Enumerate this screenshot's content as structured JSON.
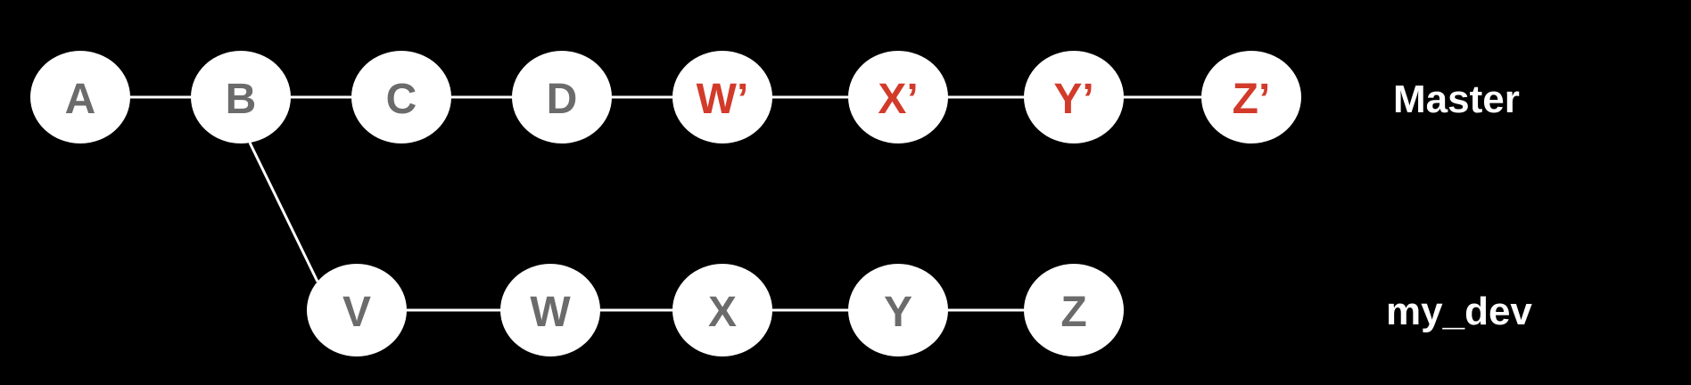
{
  "colors": {
    "background": "#000000",
    "node_fill": "#ffffff",
    "edge": "#ffffff",
    "original_commit_text": "#6b6b6b",
    "rebased_commit_text": "#d23a2a",
    "branch_label_text": "#ffffff"
  },
  "master_branch": {
    "label": "Master",
    "commits": [
      {
        "id": "A",
        "label": "A",
        "rebased": false
      },
      {
        "id": "B",
        "label": "B",
        "rebased": false
      },
      {
        "id": "C",
        "label": "C",
        "rebased": false
      },
      {
        "id": "D",
        "label": "D",
        "rebased": false
      },
      {
        "id": "W2",
        "label": "W’",
        "rebased": true
      },
      {
        "id": "X2",
        "label": "X’",
        "rebased": true
      },
      {
        "id": "Y2",
        "label": "Y’",
        "rebased": true
      },
      {
        "id": "Z2",
        "label": "Z’",
        "rebased": true
      }
    ]
  },
  "dev_branch": {
    "label": "my_dev",
    "branches_from": "B",
    "commits": [
      {
        "id": "V",
        "label": "V",
        "rebased": false
      },
      {
        "id": "W",
        "label": "W",
        "rebased": false
      },
      {
        "id": "X",
        "label": "X",
        "rebased": false
      },
      {
        "id": "Y",
        "label": "Y",
        "rebased": false
      },
      {
        "id": "Z",
        "label": "Z",
        "rebased": false
      }
    ]
  }
}
